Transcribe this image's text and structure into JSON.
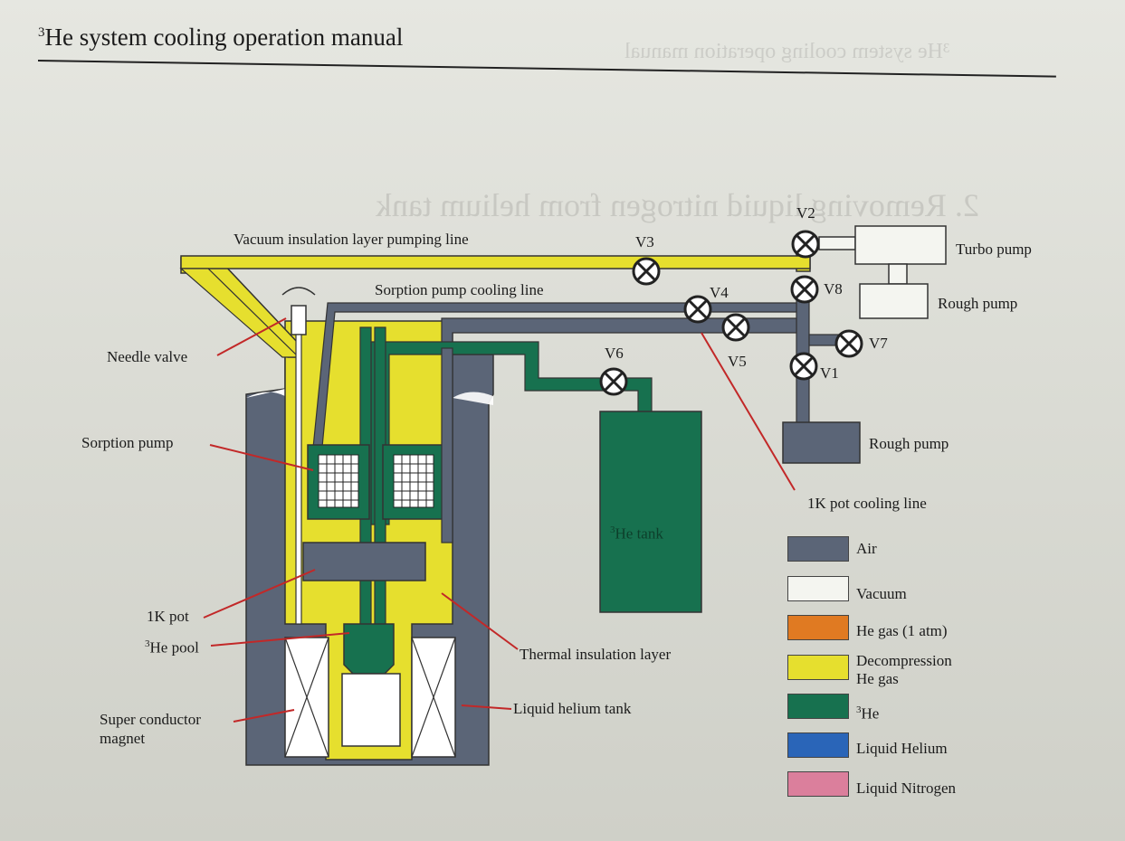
{
  "header": {
    "title_sup": "3",
    "title": "He system cooling operation manual"
  },
  "ghost_text": {
    "mirror_header": "³He system cooling operation manual",
    "mirror_section": "2. Removing liquid nitrogen from helium tank"
  },
  "labels": {
    "vacuum_line": "Vacuum insulation layer pumping line",
    "sorption_line": "Sorption pump cooling line",
    "needle_valve": "Needle valve",
    "sorption_pump": "Sorption pump",
    "onek_pot": "1K pot",
    "he3_pool_sup": "3",
    "he3_pool": "He pool",
    "magnet_line1": "Super conductor",
    "magnet_line2": "magnet",
    "thermal_layer": "Thermal insulation layer",
    "lhe_tank": "Liquid helium tank",
    "he3_tank_sup": "3",
    "he3_tank": "He tank",
    "turbo_pump": "Turbo pump",
    "rough_pump_top": "Rough pump",
    "rough_pump_bottom": "Rough pump",
    "onek_cooling_line": "1K pot cooling line"
  },
  "valves": {
    "v1": "V1",
    "v2": "V2",
    "v3": "V3",
    "v4": "V4",
    "v5": "V5",
    "v6": "V6",
    "v7": "V7",
    "v8": "V8"
  },
  "legend": [
    {
      "label": "Air",
      "label2": "",
      "sup": "",
      "color": "#5b6577"
    },
    {
      "label": "Vacuum",
      "label2": "",
      "sup": "",
      "color": "#f4f5f0"
    },
    {
      "label": "He gas (1 atm)",
      "label2": "",
      "sup": "",
      "color": "#e07a22"
    },
    {
      "label": "Decompression",
      "label2": "He gas",
      "sup": "",
      "color": "#e6df2e"
    },
    {
      "label": "He",
      "label2": "",
      "sup": "3",
      "color": "#17714f"
    },
    {
      "label": "Liquid Helium",
      "label2": "",
      "sup": "",
      "color": "#2a65b8"
    },
    {
      "label": "Liquid Nitrogen",
      "label2": "",
      "sup": "",
      "color": "#db7f9c"
    }
  ],
  "colors": {
    "air": "#5b6577",
    "yellow": "#e6df2e",
    "green": "#17714f",
    "annotation": "#c22828"
  }
}
